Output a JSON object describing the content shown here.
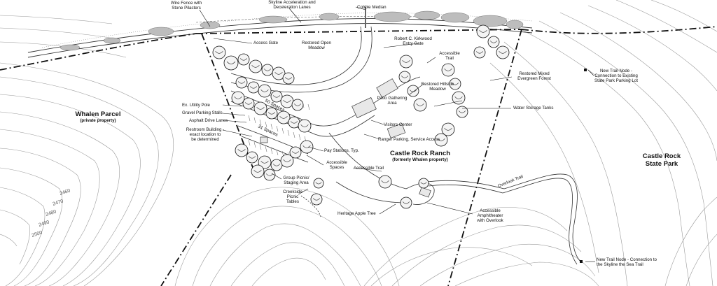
{
  "map": {
    "parcels": {
      "whalen": {
        "name": "Whalen Parcel",
        "note": "(private property)"
      },
      "castle_rock_ranch": {
        "name": "Castle Rock Ranch",
        "note": "(formerly Whalen property)"
      },
      "state_park": {
        "line1": "Castle Rock",
        "line2": "State Park"
      }
    },
    "callouts": {
      "wire_fence": {
        "l1": "Wire Fence with",
        "l2": "Stone Pilasters"
      },
      "skyline_lanes": {
        "l1": "Skyline Acceleration and",
        "l2": "Deceleration Lanes"
      },
      "cobble_median": "Cobble Median",
      "access_gate": "Access Gate",
      "restored_meadow": {
        "l1": "Restored Open",
        "l2": "Meadow"
      },
      "kirkwood_gate": {
        "l1": "Robert C. Kirkwood",
        "l2": "Entry Gate"
      },
      "accessible_trail_top": {
        "l1": "Accessible",
        "l2": "Trail"
      },
      "restored_forest": {
        "l1": "Restored Mixed",
        "l2": "Evergreen Forest"
      },
      "new_trail_node_top": {
        "l1": "New Trail Node -",
        "l2": "Connection to Existing",
        "l3": "State Park Parking Lot"
      },
      "restored_hillside": {
        "l1": "Restored Hillside",
        "l2": "Meadow"
      },
      "patio": {
        "l1": "Patio Gathering",
        "l2": "Area"
      },
      "water_tanks": "Water Storage Tanks",
      "utility_pole": "Ex. Utility Pole",
      "gravel_stalls": "Gravel Parking Stalls",
      "asphalt_lanes": "Asphalt Drive Lanes",
      "restroom": {
        "l1": "Restroom Building -",
        "l2": "exact location to",
        "l3": "be determined"
      },
      "visitors_center": "Visitors Center",
      "ranger_parking": "Ranger Parking, Service Access",
      "pay_stations": "Pay Stations, Typ.",
      "accessible_spaces": {
        "l1": "Accessible",
        "l2": "Spaces"
      },
      "accessible_trail_mid": "Accessible Trail",
      "group_picnic": {
        "l1": "Group Picnic/",
        "l2": "Staging Area"
      },
      "creekside": {
        "l1": "Creekside",
        "l2": "Picnic",
        "l3": "Tables"
      },
      "heritage_apple": "Heritage Apple Tree",
      "amphitheater": {
        "l1": "Accessible",
        "l2": "Amphitheater",
        "l3": "with Overlook"
      },
      "overlook_trail": "Overlook Trail",
      "new_trail_node_bottom": {
        "l1": "New Trail Node - Connection to",
        "l2": "the Skyline the Sea Trail"
      }
    },
    "parking_counts": {
      "upper": "50 Spaces",
      "lower": "31 Spaces"
    },
    "contour_labels": [
      "2460",
      "2470",
      "2480",
      "2490",
      "2500"
    ]
  }
}
